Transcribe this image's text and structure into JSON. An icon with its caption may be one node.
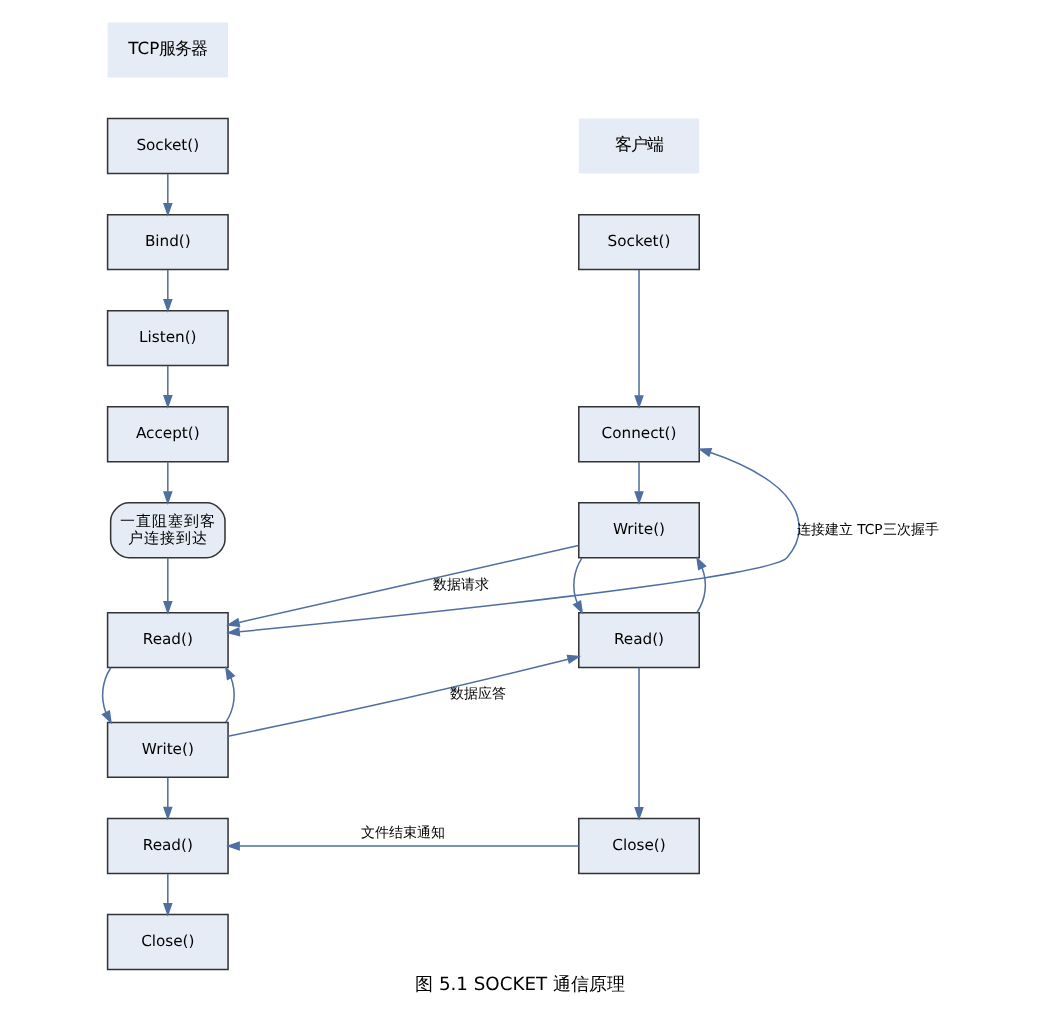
{
  "diagram": {
    "caption": "图 5.1 SOCKET 通信原理",
    "nodes": [
      {
        "text": [
          "Socket()"
        ]
      },
      {
        "text": [
          "Connect()"
        ]
      },
      {
        "text": [
          "Write()"
        ]
      },
      {
        "text": [
          "Read()"
        ]
      },
      {
        "text": [
          "Close()"
        ]
      },
      {
        "text": [
          "Socket()"
        ]
      },
      {
        "text": [
          "Bind()"
        ]
      },
      {
        "text": [
          "Listen()"
        ]
      },
      {
        "text": [
          "Accept()"
        ]
      },
      {
        "text": [
          "一直阻塞到客户连接到达"
        ]
      },
      {
        "text": [
          "Read()"
        ]
      },
      {
        "text": [
          "Write()"
        ]
      },
      {
        "text": [
          "Read()"
        ]
      },
      {
        "text": [
          "Close()"
        ]
      }
    ],
    "edges": [
      {
        "from": 0,
        "to": 1,
        "arrow": "to"
      },
      {
        "from": 1,
        "to": 2,
        "arrow": "to"
      },
      {
        "from": 2,
        "to": 3,
        "arrow": "to"
      },
      {
        "from": 3,
        "to": 2,
        "arrow": "to"
      },
      {
        "from": 3,
        "to": 4,
        "arrow": "to"
      },
      {
        "from": 5,
        "to": 6,
        "arrow": "to"
      },
      {
        "from": 6,
        "to": 7,
        "arrow": "to"
      },
      {
        "from": 7,
        "to": 8,
        "arrow": "to"
      },
      {
        "from": 8,
        "to": 9,
        "arrow": "to"
      },
      {
        "from": 9,
        "to": 10,
        "arrow": "to"
      },
      {
        "from": 10,
        "to": 11,
        "arrow": "to"
      },
      {
        "from": 11,
        "to": 10,
        "arrow": "to"
      },
      {
        "from": 11,
        "to": 12,
        "arrow": "to"
      },
      {
        "from": 12,
        "to": 13,
        "arrow": "to"
      },
      {
        "from": 1,
        "to": 10,
        "arrow": "both",
        "label": "连接建立 TCP三次握手"
      },
      {
        "from": 2,
        "to": 10,
        "arrow": "to",
        "label": "数据请求"
      },
      {
        "from": 11,
        "to": 3,
        "arrow": "to",
        "label": "数据应答"
      },
      {
        "from": 4,
        "to": 12,
        "arrow": "to",
        "label": "文件结束通知"
      }
    ],
    "labels": [
      "TCP服务器",
      "客户端"
    ]
  }
}
